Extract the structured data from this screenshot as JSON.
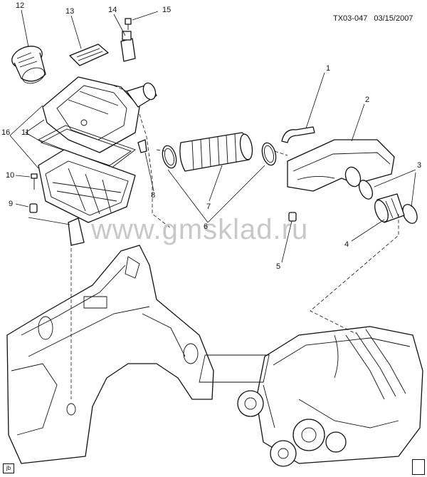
{
  "header": {
    "drawing_number": "TX03-047",
    "date": "03/15/2007"
  },
  "watermark": "www.gmsklad.ru",
  "badge": "jb",
  "callouts": [
    "1",
    "2",
    "3",
    "4",
    "5",
    "6",
    "7",
    "8",
    "9",
    "10",
    "11",
    "12",
    "13",
    "14",
    "15",
    "16"
  ],
  "colors": {
    "line": "#111111",
    "background": "#ffffff",
    "watermark": "#c8c8c8"
  }
}
